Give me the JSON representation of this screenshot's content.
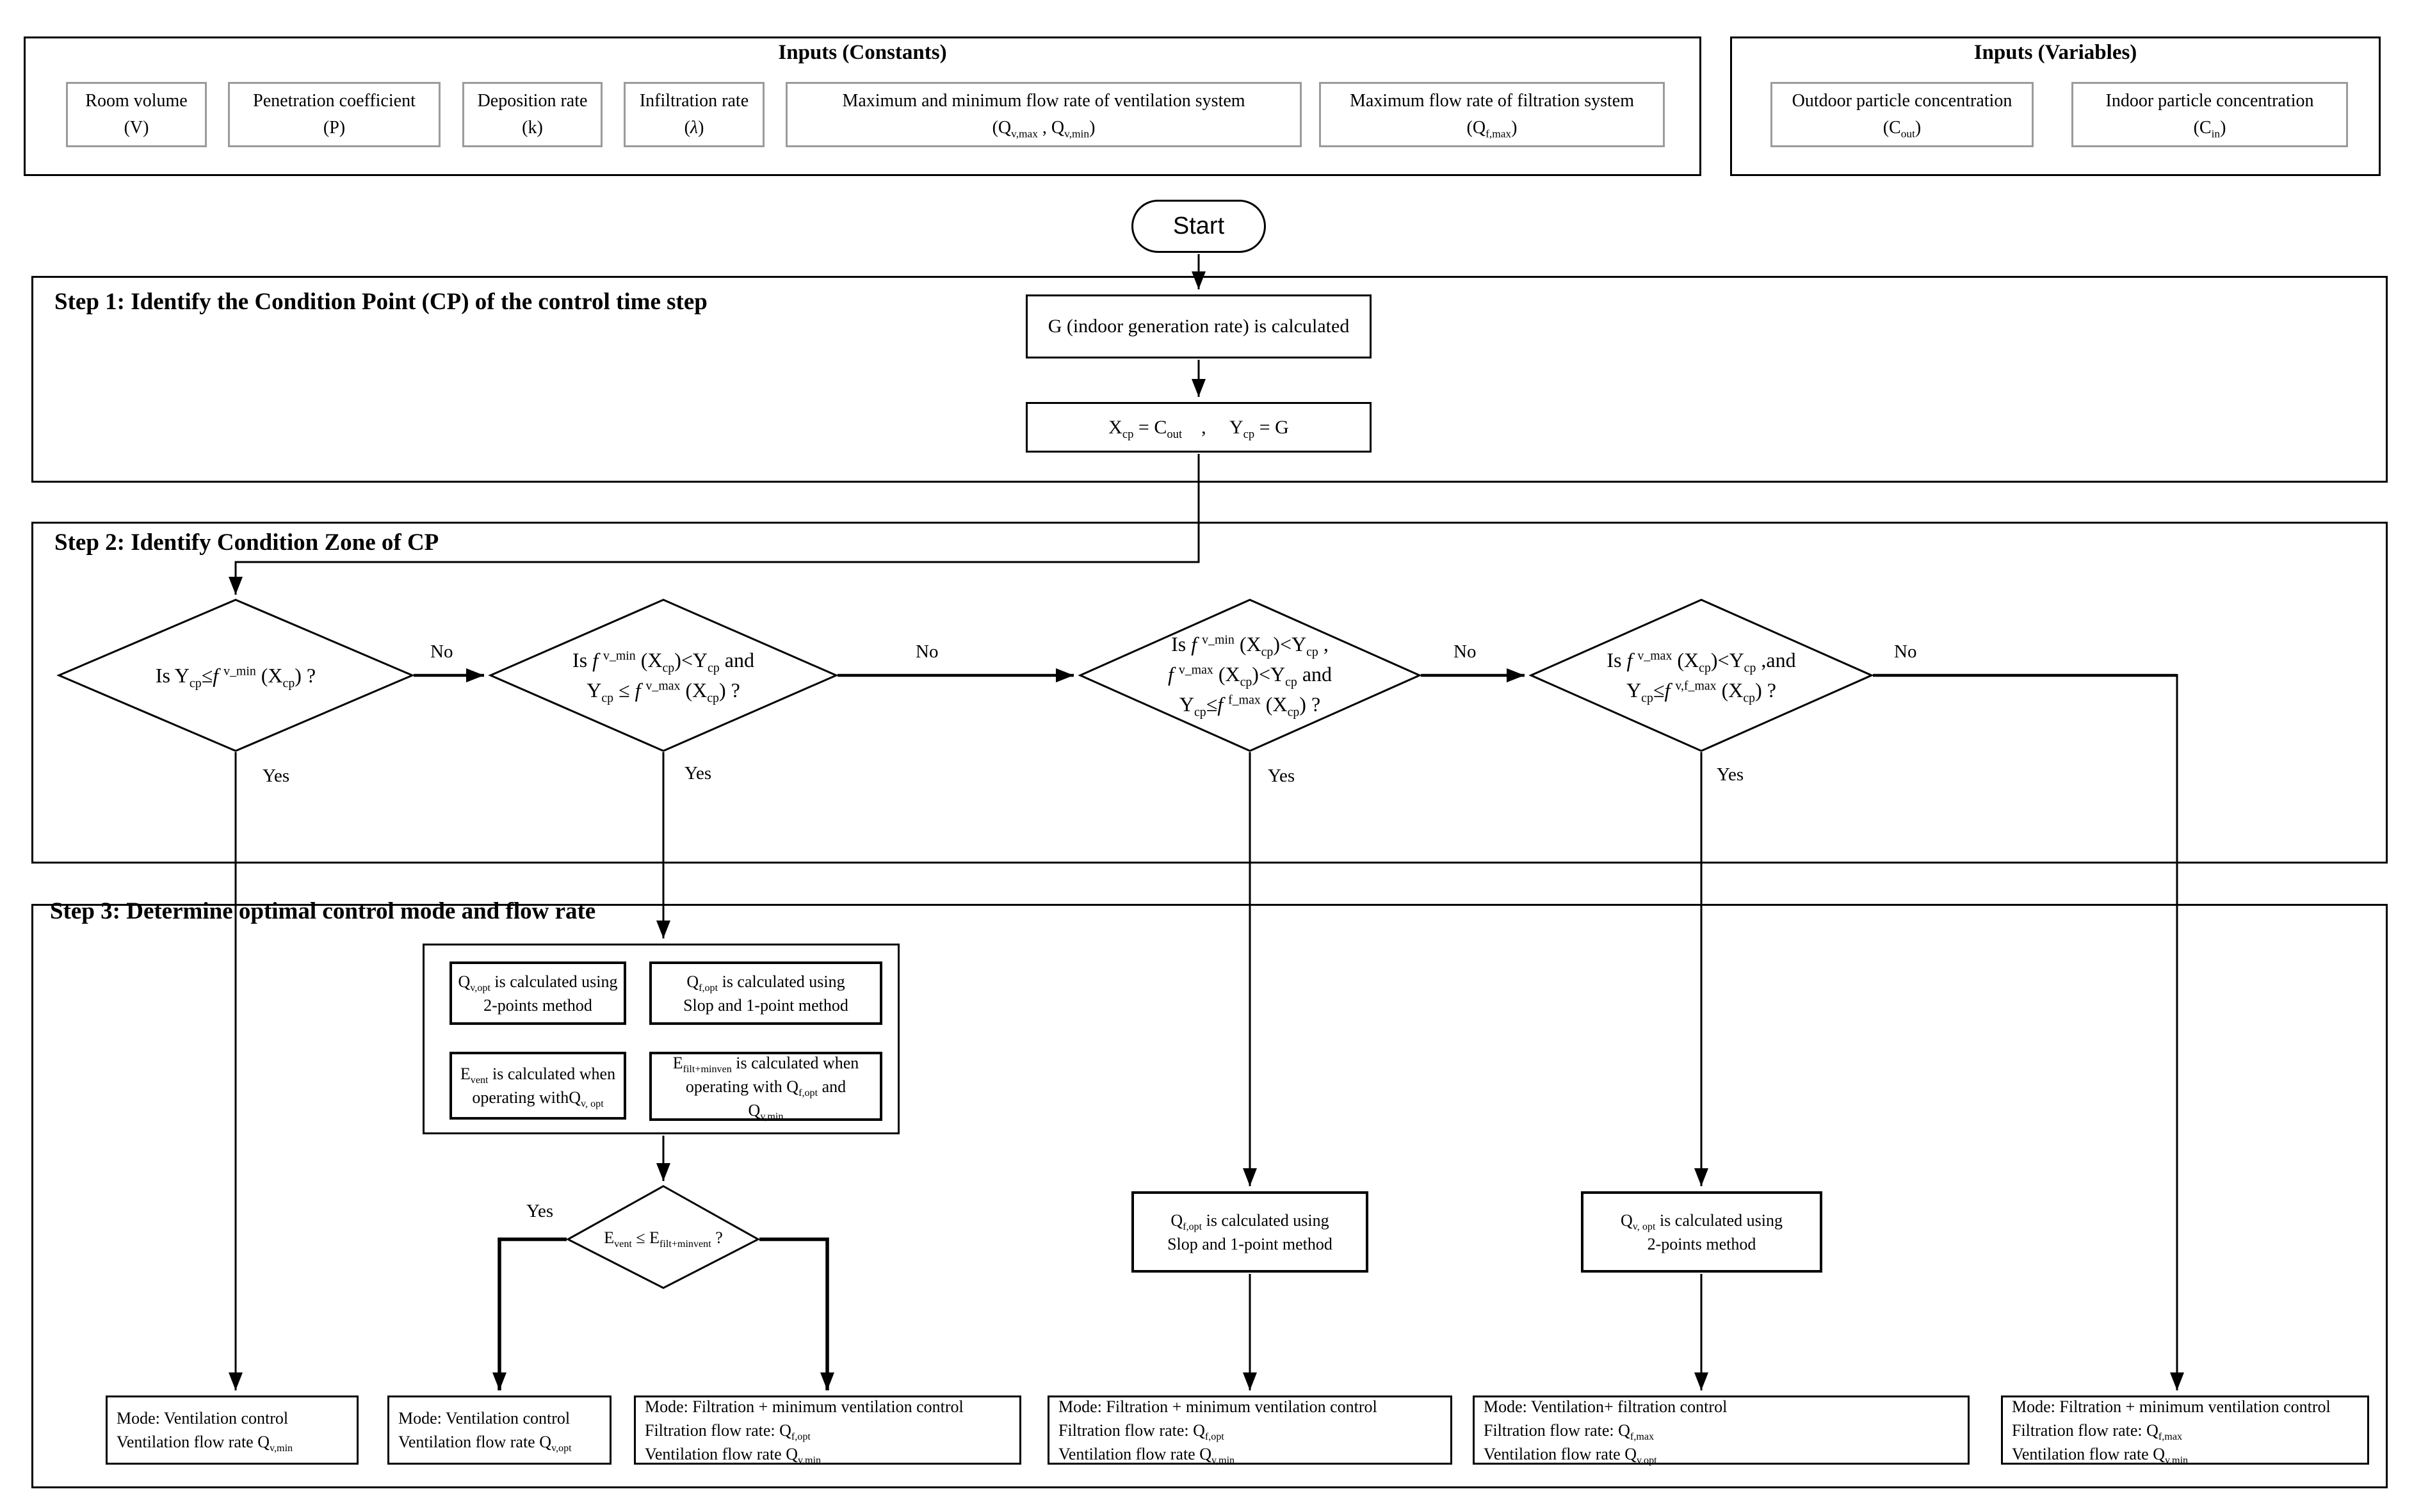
{
  "colors": {
    "ink": "#000000",
    "background": "#ffffff",
    "chip_border": "#9b9b9b"
  },
  "panels": {
    "constants": {
      "title": "Inputs (Constants)",
      "items": [
        {
          "name": "Room volume",
          "symbol": "(V)"
        },
        {
          "name": "Penetration coefficient",
          "symbol": "(P)"
        },
        {
          "name": "Deposition rate",
          "symbol": "(k)"
        },
        {
          "name": "Infiltration rate",
          "symbol": "(*λ*)"
        },
        {
          "name": "Maximum and minimum flow rate of ventilation system",
          "symbol": "(Q~v,max~ , Q~v,min~)"
        },
        {
          "name": "Maximum flow rate of filtration system",
          "symbol": "(Q~f,max~)"
        }
      ]
    },
    "variables": {
      "title": "Inputs (Variables)",
      "items": [
        {
          "name": "Outdoor particle concentration",
          "symbol": "(C~out~)"
        },
        {
          "name": "Indoor particle concentration",
          "symbol": "(C~in~)"
        }
      ]
    }
  },
  "start": {
    "label": "Start"
  },
  "steps": {
    "step1_title": "Step 1: Identify the Condition Point (CP) of the control time step",
    "step2_title": "Step 2: Identify Condition Zone of CP",
    "step3_title": "Step 3: Determine optimal control mode and flow rate"
  },
  "process": {
    "g_calc": "G (indoor generation rate) is calculated",
    "cp_assign": "X~cp~ = C~out~ ,  Y~cp~ = G"
  },
  "decisions": {
    "d1": {
      "lines": [
        "Is Y~cp~≤*f* ^v_min^ (X~cp~) ?"
      ],
      "yes": "Yes",
      "no": "No"
    },
    "d2": {
      "lines": [
        "Is *f* ^v_min^ (X~cp~)<Y~cp~ and",
        "Y~cp~ ≤ *f* ^v_max^ (X~cp~) ?"
      ],
      "yes": "Yes",
      "no": "No"
    },
    "d3": {
      "lines": [
        "Is *f* ^v_min^ (X~cp~)<Y~cp~ ,",
        "*f* ^v_max^ (X~cp~)<Y~cp~ and",
        "Y~cp~≤*f* ^f_max^ (X~cp~) ?"
      ],
      "yes": "Yes",
      "no": "No"
    },
    "d4": {
      "lines": [
        "Is *f* ^v_max^ (X~cp~)<Y~cp~ ,and",
        "Y~cp~≤*f* ^v,f_max^ (X~cp~) ?"
      ],
      "yes": "Yes",
      "no": "No"
    },
    "d5": {
      "lines": [
        "E~vent~ ≤ E~filt+minvent~ ?"
      ],
      "yes": "Yes"
    }
  },
  "calc_boxes": {
    "qv_opt_a": {
      "lines": [
        "Q~v,opt~ is calculated using",
        "2-points method"
      ]
    },
    "qf_opt_a": {
      "lines": [
        "Q~f,opt~ is calculated using",
        "Slop and 1-point method"
      ]
    },
    "e_vent": {
      "lines": [
        "E~vent~ is calculated when",
        "operating withQ~v, opt~"
      ]
    },
    "e_filt": {
      "lines": [
        "E~filt+minven~ is calculated when",
        "operating with Q~f,opt~ and",
        "Q~v,min~"
      ]
    },
    "qf_opt_b": {
      "lines": [
        "Q~f,opt~ is calculated using",
        "Slop and 1-point method"
      ]
    },
    "qv_opt_b": {
      "lines": [
        "Q~v, opt~ is calculated using",
        "2-points method"
      ]
    }
  },
  "outcomes": [
    {
      "lines": [
        "Mode: Ventilation control",
        "Ventilation flow rate Q~v,min~"
      ]
    },
    {
      "lines": [
        "Mode: Ventilation control",
        "Ventilation flow rate Q~v,opt~"
      ]
    },
    {
      "lines": [
        "Mode: Filtration + minimum ventilation control",
        "Filtration flow rate: Q~f,opt~",
        "Ventilation flow rate Q~v,min~"
      ]
    },
    {
      "lines": [
        "Mode: Filtration + minimum ventilation control",
        "Filtration flow rate: Q~f,opt~",
        "Ventilation flow rate Q~v,min~"
      ]
    },
    {
      "lines": [
        "Mode: Ventilation+ filtration control",
        "Filtration flow rate: Q~f,max~",
        "Ventilation flow rate Q~v,opt~"
      ]
    },
    {
      "lines": [
        "Mode: Filtration + minimum ventilation control",
        "Filtration flow rate: Q~f,max~",
        "Ventilation flow rate Q~v,min~"
      ]
    }
  ]
}
